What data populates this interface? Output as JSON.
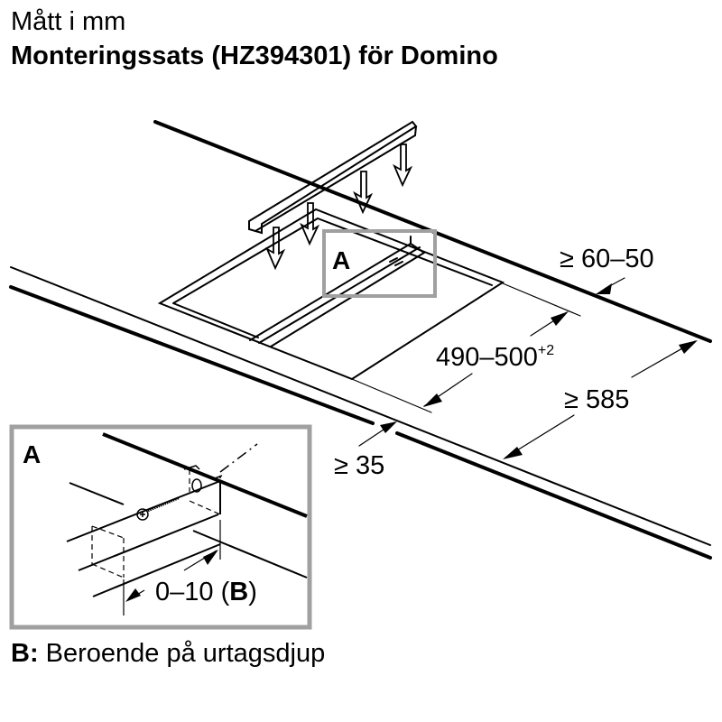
{
  "header": {
    "subtitle": "Mått i mm",
    "title": "Monteringssats (HZ394301) för Domino"
  },
  "dimensions": {
    "rear_gap": "≥ 60–50",
    "cutout_depth": "490–500",
    "cutout_depth_tolerance": "+2",
    "worktop_depth": "≥ 585",
    "front_gap": "≥ 35",
    "detail_offset": "0–10 (",
    "detail_offset_ref": "B",
    "detail_offset_close": ")"
  },
  "labels": {
    "detail_marker": "A",
    "detail_title": "A"
  },
  "footnote": {
    "key": "B:",
    "text": " Beroende på urtagsdjup"
  },
  "colors": {
    "detail_frame": "#a0a0a0",
    "line": "#000000"
  }
}
